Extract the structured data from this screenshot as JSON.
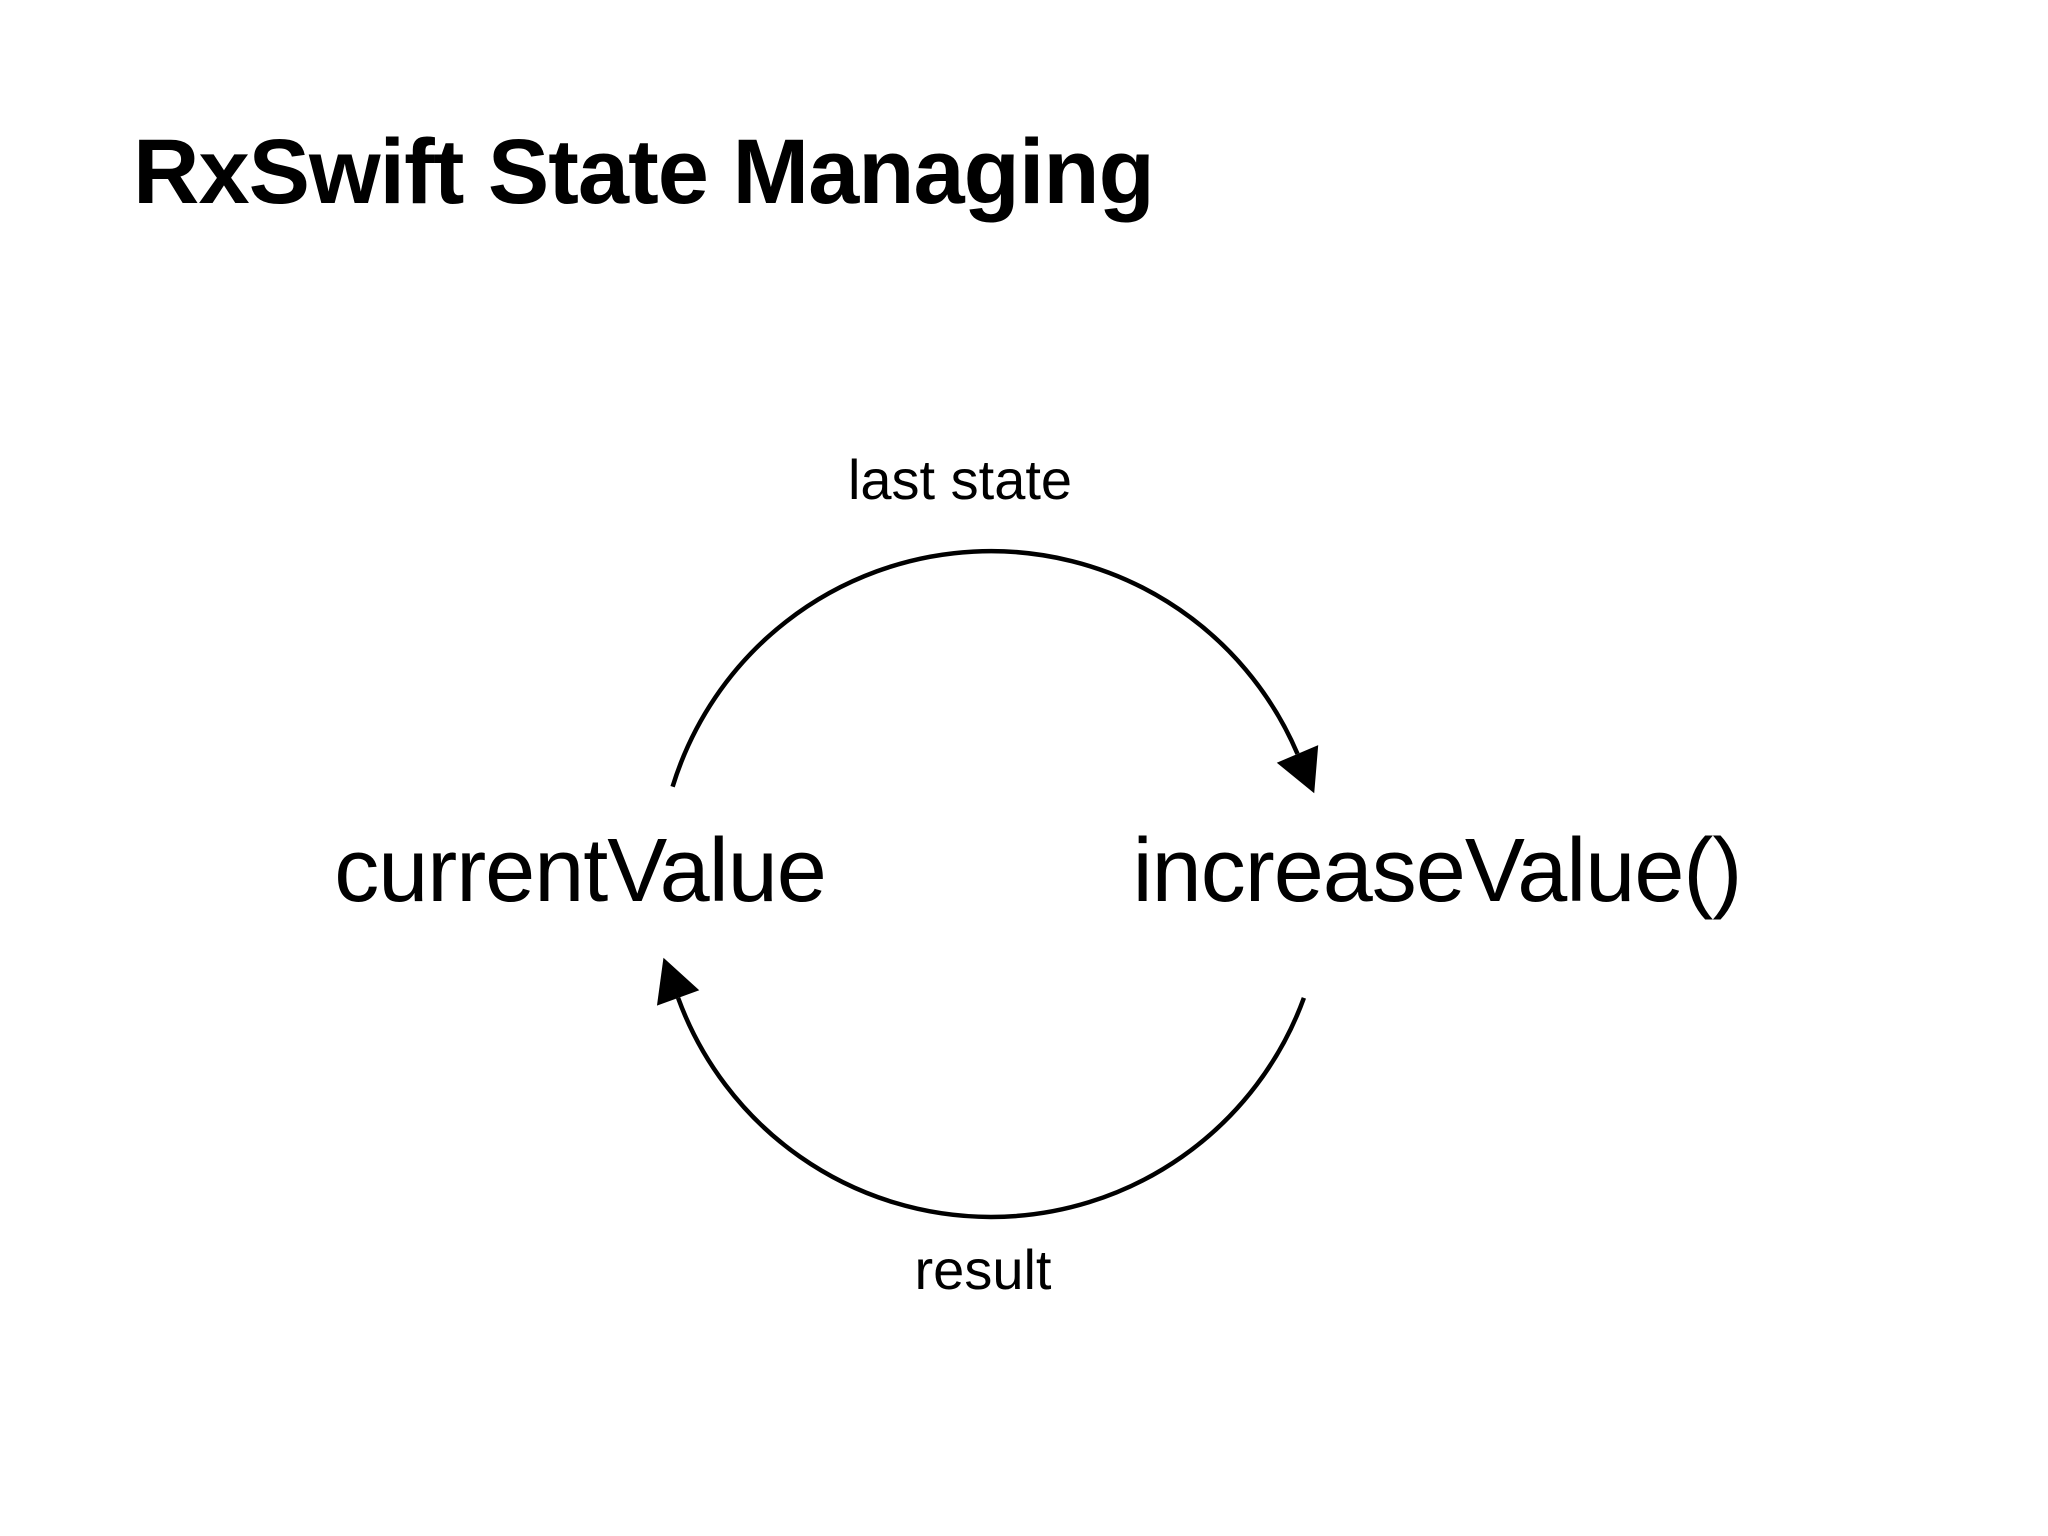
{
  "page": {
    "title": "RxSwift State Managing"
  },
  "colors": {
    "background": "#ffffff",
    "ink": "#000000"
  },
  "diagram": {
    "type": "cycle",
    "nodes": [
      {
        "id": "currentValue",
        "label": "currentValue",
        "position": "left"
      },
      {
        "id": "increaseValue",
        "label": "increaseValue()",
        "position": "right"
      }
    ],
    "edges": [
      {
        "from": "currentValue",
        "to": "increaseValue",
        "label": "last state",
        "position": "top",
        "arrowhead": "filled-triangle"
      },
      {
        "from": "increaseValue",
        "to": "currentValue",
        "label": "result",
        "position": "bottom",
        "arrowhead": "filled-triangle"
      }
    ]
  }
}
